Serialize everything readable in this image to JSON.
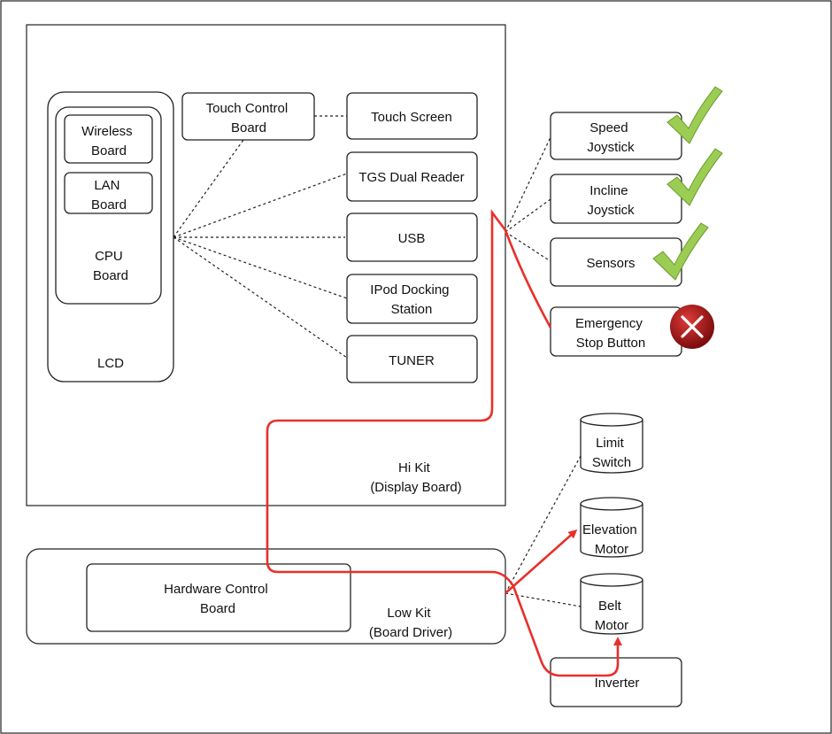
{
  "diagram": {
    "hi_kit_label": [
      "Hi Kit",
      "(Display Board)"
    ],
    "low_kit_label": [
      "Low Kit",
      "(Board Driver)"
    ],
    "lcd_label": "LCD",
    "cpu_label": [
      "CPU",
      "Board"
    ],
    "wireless_label": [
      "Wireless",
      "Board"
    ],
    "lan_label": [
      "LAN",
      "Board"
    ],
    "touch_control_label": [
      "Touch Control",
      "Board"
    ],
    "touch_screen_label": "Touch Screen",
    "tgs_label": "TGS Dual Reader",
    "usb_label": "USB",
    "ipod_label": [
      "IPod Docking",
      "Station"
    ],
    "tuner_label": "TUNER",
    "speed_label": [
      "Speed",
      "Joystick"
    ],
    "incline_label": [
      "Incline",
      "Joystick"
    ],
    "sensors_label": "Sensors",
    "estop_label": [
      "Emergency",
      "Stop Button"
    ],
    "limit_label": [
      "Limit",
      "Switch"
    ],
    "elevation_label": [
      "Elevation",
      "Motor"
    ],
    "belt_label": [
      "Belt",
      "Motor"
    ],
    "hw_control_label": [
      "Hardware Control",
      "Board"
    ],
    "inverter_label": "Inverter",
    "status": {
      "speed": "ok",
      "incline": "ok",
      "sensors": "ok",
      "estop": "fail"
    },
    "colors": {
      "check": "#9ACD52",
      "check_stroke": "#6E9A34",
      "fail": "#B01818",
      "path": "#E8302A"
    },
    "icons": [
      "check-icon",
      "x-icon",
      "arrow-icon"
    ]
  }
}
